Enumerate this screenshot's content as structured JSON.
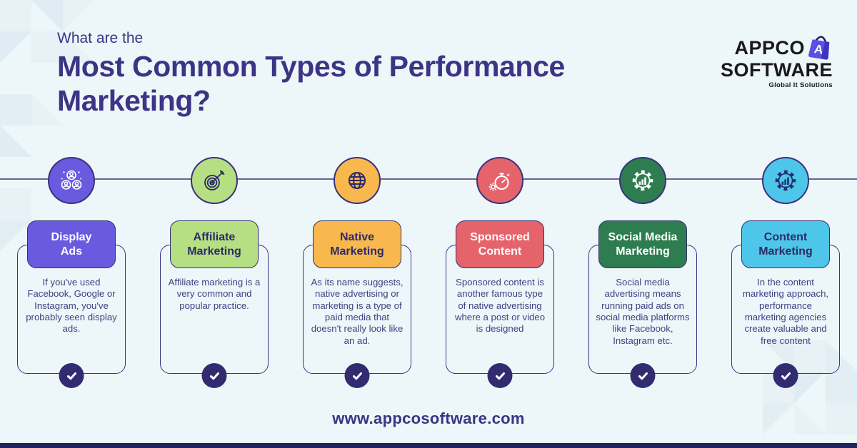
{
  "header": {
    "eyebrow": "What are the",
    "title": "Most Common Types of Performance Marketing?"
  },
  "logo": {
    "line1": "APPCO",
    "line2": "SOFTWARE",
    "bag_letter": "A",
    "tagline": "Global It Solutions"
  },
  "footer": {
    "website": "www.appcosoftware.com"
  },
  "colors": {
    "background": "#EDF6F9",
    "ink": "#3C3484",
    "body_text": "#433E80",
    "timeline": "#6B6396",
    "check_circle": "#322B70",
    "bottom_bar": "#23235C",
    "logo_text": "#19191C",
    "logo_bag": "#5B50E3"
  },
  "columns": [
    {
      "title": "Display Ads",
      "title_lines": [
        "Display",
        "Ads"
      ],
      "description": "If you've used Facebook, Google or Instagram, you've probably seen display ads.",
      "accent": "#6A5AE0",
      "badge_ink": "#FFFFFF",
      "icon_ink": "#FFFFFF",
      "icon": "people-group-icon"
    },
    {
      "title": "Affiliate Marketing",
      "title_lines": [
        "Affiliate",
        "Marketing"
      ],
      "description": "Affiliate marketing is a very common and popular practice.",
      "accent": "#B5DF82",
      "badge_ink": "#2E2A68",
      "icon_ink": "#2B2A66",
      "icon": "target-dart-icon"
    },
    {
      "title": "Native Marketing",
      "title_lines": [
        "Native",
        "Marketing"
      ],
      "description": "As its name suggests, native advertising or marketing is a type of paid media that doesn't really look like an ad.",
      "accent": "#F8B84E",
      "badge_ink": "#2E2A68",
      "icon_ink": "#2B2A66",
      "icon": "globe-icon"
    },
    {
      "title": "Sponsored Content",
      "title_lines": [
        "Sponsored",
        "Content"
      ],
      "description": "Sponsored content is another famous type of native advertising where a post or video is designed",
      "accent": "#E5646C",
      "badge_ink": "#FFFFFF",
      "icon_ink": "#FFFFFF",
      "icon": "stopwatch-gear-icon"
    },
    {
      "title": "Social Media Marketing",
      "title_lines": [
        "Social Media",
        "Marketing"
      ],
      "description": "Social media advertising means running paid ads on social media platforms like Facebook, Instagram etc.",
      "accent": "#2E7D50",
      "badge_ink": "#FFFFFF",
      "icon_ink": "#FFFFFF",
      "icon": "gear-chart-icon"
    },
    {
      "title": "Content Marketing",
      "title_lines": [
        "Content",
        "Marketing"
      ],
      "description": "In the content marketing approach, performance marketing agencies create valuable and free content",
      "accent": "#4EC6E9",
      "badge_ink": "#2E2A68",
      "icon_ink": "#24306E",
      "icon": "gear-chart-icon"
    }
  ]
}
